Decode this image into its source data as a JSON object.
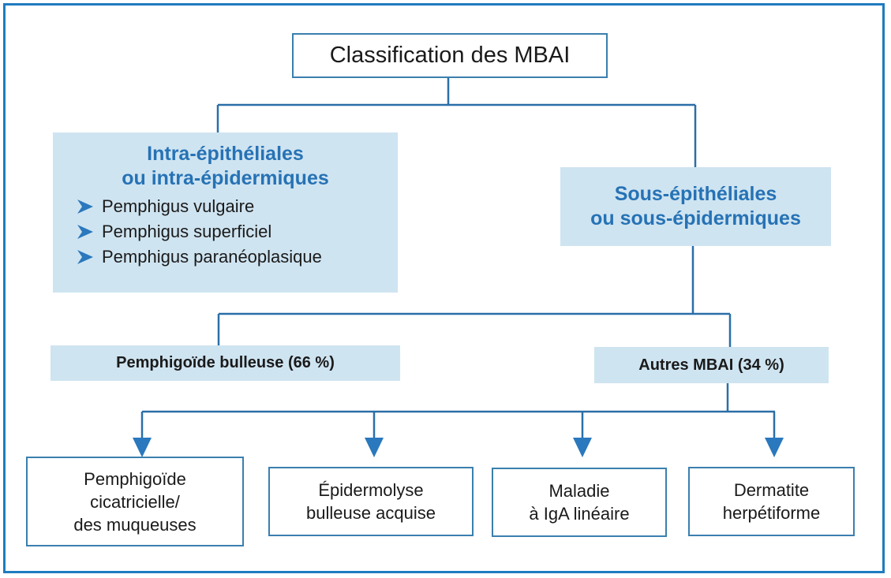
{
  "diagram": {
    "root": {
      "label": "Classification des MBAI"
    },
    "branches": {
      "intra": {
        "title_lines": [
          "Intra-épithéliales",
          "ou intra-épidermiques"
        ],
        "items": [
          "Pemphigus vulgaire",
          "Pemphigus superficiel",
          "Pemphigus paranéoplasique"
        ],
        "bullet_icon": "arrow-bullet-icon"
      },
      "sous": {
        "title_lines": [
          "Sous-épithéliales",
          "ou sous-épidermiques"
        ]
      }
    },
    "sous_children": {
      "pemphigoide": {
        "label": "Pemphigoïde bulleuse (66 %)"
      },
      "autres": {
        "label": "Autres MBAI (34 %)"
      }
    },
    "autres_children": [
      {
        "lines": [
          "Pemphigoïde",
          "cicatricielle/",
          "des muqueuses"
        ]
      },
      {
        "lines": [
          "Épidermolyse",
          "bulleuse acquise"
        ]
      },
      {
        "lines": [
          "Maladie",
          "à IgA linéaire"
        ]
      },
      {
        "lines": [
          "Dermatite",
          "herpétiforme"
        ]
      }
    ],
    "colors": {
      "frame": "#1f7bc0",
      "connector": "#2a6fa8",
      "arrow": "#2a78bd",
      "category_text": "#2672b5",
      "fill": "#cfe4f1"
    }
  }
}
